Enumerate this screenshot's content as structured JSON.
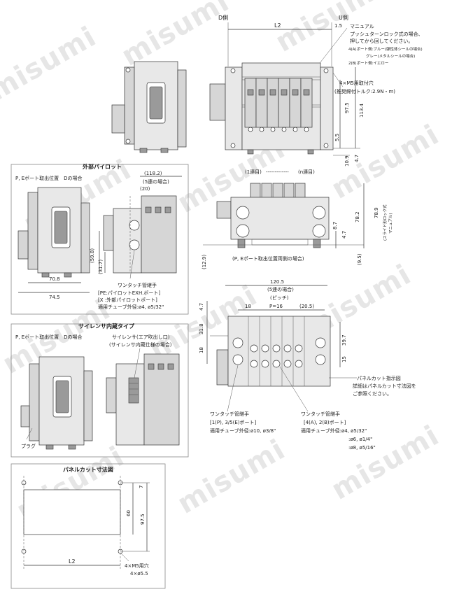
{
  "watermark": "misumi",
  "top": {
    "d_side": "D側",
    "u_side": "U側",
    "l2": "L2",
    "dim_1_5": "1.5",
    "manual_title": "マニュアル",
    "manual_note1": "プッシュターンロック式の場合、",
    "manual_note2": "押してから回してください。",
    "port4a_line1": "4(A)ポート側:ブルー(弾性体シールの場合)",
    "port4a_line2": "グレー(メタルシールの場合)",
    "port2b": "2(B)ポート側:イエロー",
    "m5_hole": "4×M5用取付穴",
    "torque": "(推奨締付トルク:2.9N・m)",
    "dim_97_5": "97.5",
    "dim_113_4": "113.4",
    "dim_5_5": "5.5",
    "dim_10_9": "10.9",
    "dim_4_7": "4.7",
    "station_first": "(1連目)",
    "station_dash": "-------------",
    "station_n": "(n連目)"
  },
  "side_view": {
    "dim_78_2": "78.2",
    "dim_78_9": "78.9",
    "slide_lock": "(スライド形ロック式",
    "slide_lock2": "マニュアル)",
    "dim_8_7": "8.7",
    "dim_4_7": "4.7",
    "dim_12_9": "(12.9)",
    "dim_9_5": "(9.5)",
    "pe_both": "(P, Eポート取出位置両側の場合)"
  },
  "ext_pilot": {
    "title": "外部パイロット",
    "subtitle": "P, Eポート取出位置　Dの場合",
    "dim_118_2": "(118.2)",
    "dim_5_station": "(5連の場合)",
    "dim_20": "(20)",
    "dim_59_8": "(59.8)",
    "dim_31_7": "(31.7)",
    "dim_70_8": "70.8",
    "dim_74_5": "74.5",
    "onetouch": "ワンタッチ管継手",
    "pe_port": "[PE:パイロットEXH.ポート]",
    "x_port": "[X :外部パイロットポート]",
    "tube": "適用チューブ外径:ø4, ø5/32\""
  },
  "silencer": {
    "title": "サイレンサ内蔵タイプ",
    "subtitle": "P, Eポート取出位置　Dの場合",
    "note1": "サイレンサ(エア吹出し口)",
    "note2": "(サイレンサ内蔵仕様の場合)",
    "plug": "プラグ"
  },
  "bottom": {
    "dim_120_5": "120.5",
    "dim_5_station": "(5連の場合)",
    "pitch": "(ピッチ)",
    "dim_18": "18",
    "p16": "P=16",
    "dim_20_5": "(20.5)",
    "dim_4_7": "4.7",
    "dim_31_8": "31.8",
    "dim_39_7": "39.7",
    "dim_18b": "18",
    "dim_15": "15",
    "panel_cut_ref": "パネルカット指示図",
    "panel_cut_ref2": "詳細はパネルカット寸法図を",
    "panel_cut_ref3": "ご参照ください。",
    "onetouch_left": "ワンタッチ管継手",
    "port_1p": "[1(P), 3/5(E)ポート]",
    "tube_left": "適用チューブ外径:ø10, ø3/8\"",
    "onetouch_right": "ワンタッチ管継手",
    "port_4a2b": "[4(A), 2(B)ポート]",
    "tube_right1": "適用チューブ外径:ø4, ø5/32\"",
    "tube_right2": ":ø6, ø1/4\"",
    "tube_right3": ":ø8, ø5/16\""
  },
  "panel": {
    "title": "パネルカット寸法図",
    "dim_7": "7",
    "dim_60": "60",
    "dim_97_5": "97.5",
    "l2": "L2",
    "hole": "4×M5用穴",
    "dia": "4×ø5.5"
  }
}
